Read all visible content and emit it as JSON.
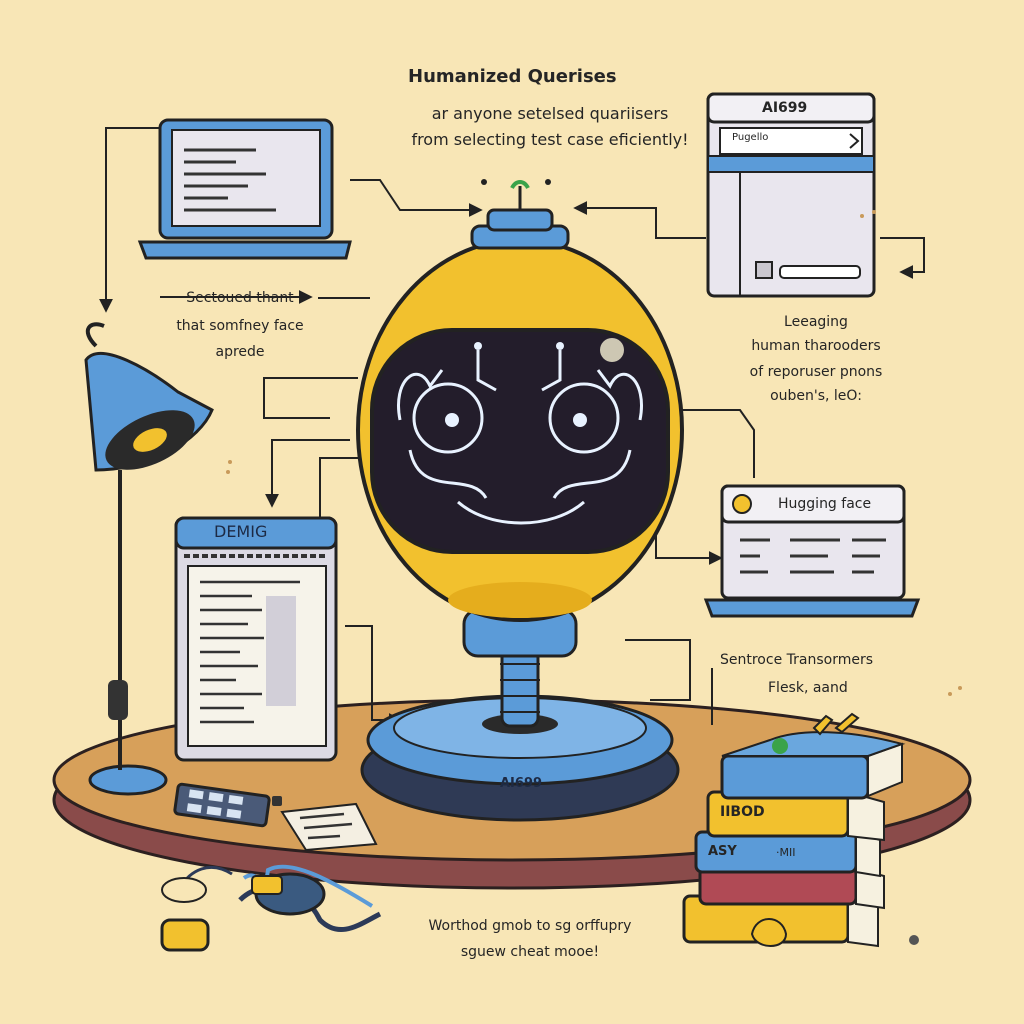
{
  "header": {
    "title": "Humanized Querises",
    "line1": "ar anyone setelsed quariisers",
    "line2": "from selecting test case eficiently!"
  },
  "left_note": {
    "line1": "Sectoued thant",
    "line2": "that somfney face",
    "line3": "aprede"
  },
  "right_note": {
    "line1": "Leeaging",
    "line2": "human tharooders",
    "line3": "of reporuser pnons",
    "line4": "ouben's, leO:"
  },
  "panels": {
    "top_right_window": "AI699",
    "top_right_field": "Pugello",
    "demo_doc": "DEMIG",
    "hugging_face_window": "Hugging face"
  },
  "base_badge": "AI699",
  "tools_note": {
    "line1": "Sentroce Transormers",
    "line2": "Flesk, aand"
  },
  "book_spines": [
    "IIBOD",
    "ASY",
    "·MII"
  ],
  "footer": {
    "line1": "Worthod gmob to sg orffupry",
    "line2": "sguew cheat mooe!"
  },
  "colors": {
    "background": "#f8e6b6",
    "robot_yellow": "#f2c12e",
    "accent_blue": "#5b9bd8",
    "face_screen": "#231d2b",
    "glow": "#e8f2ff",
    "table_wood": "#d7a05a"
  }
}
